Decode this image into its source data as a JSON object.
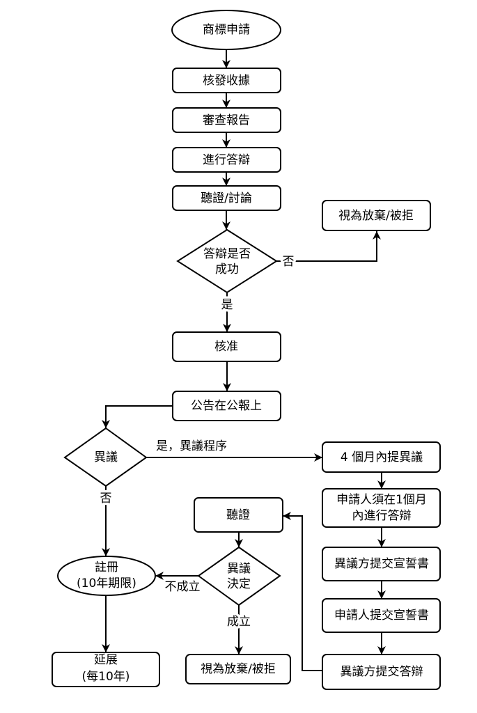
{
  "colors": {
    "stroke": "#000000",
    "fill": "#ffffff",
    "text": "#000000",
    "background": "#ffffff"
  },
  "nodes": {
    "start": {
      "type": "terminal",
      "lines": [
        "商標申請"
      ]
    },
    "receipt": {
      "type": "process",
      "lines": [
        "核發收據"
      ]
    },
    "exam_report": {
      "type": "process",
      "lines": [
        "審查報告"
      ]
    },
    "response": {
      "type": "process",
      "lines": [
        "進行答辯"
      ]
    },
    "hearing_discussion": {
      "type": "process",
      "lines": [
        "聽證/討論"
      ]
    },
    "response_success": {
      "type": "decision",
      "lines": [
        "答辯是否",
        "成功"
      ]
    },
    "abandoned_top": {
      "type": "process",
      "lines": [
        "視為放棄/被拒"
      ]
    },
    "approved": {
      "type": "process",
      "lines": [
        "核准"
      ]
    },
    "publication": {
      "type": "process",
      "lines": [
        "公告在公報上"
      ]
    },
    "opposition": {
      "type": "decision",
      "lines": [
        "異議"
      ]
    },
    "opposition_4_months": {
      "type": "process",
      "lines": [
        "4 個月內提異議"
      ]
    },
    "applicant_response_1_month": {
      "type": "process",
      "lines": [
        "申請人須在1個月",
        "內進行答辯"
      ]
    },
    "opposer_declaration": {
      "type": "process",
      "lines": [
        "異議方提交宣誓書"
      ]
    },
    "applicant_declaration": {
      "type": "process",
      "lines": [
        "申請人提交宣誓書"
      ]
    },
    "opposer_response": {
      "type": "process",
      "lines": [
        "異議方提交答辯"
      ]
    },
    "hearing": {
      "type": "process",
      "lines": [
        "聽證"
      ]
    },
    "opposition_decision": {
      "type": "decision",
      "lines": [
        "異議",
        "決定"
      ]
    },
    "abandoned_bottom": {
      "type": "process",
      "lines": [
        "視為放棄/被拒"
      ]
    },
    "registration": {
      "type": "terminal",
      "lines": [
        "註冊",
        "(10年期限)"
      ]
    },
    "renewal": {
      "type": "process",
      "lines": [
        "延展",
        "(每10年)"
      ]
    }
  },
  "edges": [
    {
      "from": "start",
      "to": "receipt",
      "label": ""
    },
    {
      "from": "receipt",
      "to": "exam_report",
      "label": ""
    },
    {
      "from": "exam_report",
      "to": "response",
      "label": ""
    },
    {
      "from": "response",
      "to": "hearing_discussion",
      "label": ""
    },
    {
      "from": "hearing_discussion",
      "to": "response_success",
      "label": ""
    },
    {
      "from": "response_success",
      "to": "abandoned_top",
      "label": "否"
    },
    {
      "from": "response_success",
      "to": "approved",
      "label": "是"
    },
    {
      "from": "approved",
      "to": "publication",
      "label": ""
    },
    {
      "from": "publication",
      "to": "opposition",
      "label": ""
    },
    {
      "from": "opposition",
      "to": "opposition_4_months",
      "label": "是，異議程序"
    },
    {
      "from": "opposition",
      "to": "registration",
      "label": "否"
    },
    {
      "from": "opposition_4_months",
      "to": "applicant_response_1_month",
      "label": ""
    },
    {
      "from": "applicant_response_1_month",
      "to": "opposer_declaration",
      "label": ""
    },
    {
      "from": "opposer_declaration",
      "to": "applicant_declaration",
      "label": ""
    },
    {
      "from": "applicant_declaration",
      "to": "opposer_response",
      "label": ""
    },
    {
      "from": "opposer_response",
      "to": "hearing",
      "label": ""
    },
    {
      "from": "hearing",
      "to": "opposition_decision",
      "label": ""
    },
    {
      "from": "opposition_decision",
      "to": "registration",
      "label": "不成立"
    },
    {
      "from": "opposition_decision",
      "to": "abandoned_bottom",
      "label": "成立"
    },
    {
      "from": "registration",
      "to": "renewal",
      "label": ""
    }
  ]
}
